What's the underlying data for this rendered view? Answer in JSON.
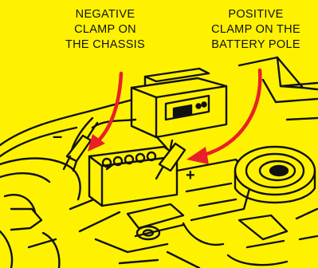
{
  "labels": {
    "negative": [
      "NEGATIVE",
      "CLAMP ON",
      "THE CHASSIS"
    ],
    "positive": [
      "POSITIVE",
      "CLAMP ON THE",
      "BATTERY POLE"
    ],
    "minus_sign": "–",
    "plus_sign": "+"
  },
  "colors": {
    "background": "#FFF200",
    "arrow": "#E8202A",
    "ink": "#111111"
  }
}
